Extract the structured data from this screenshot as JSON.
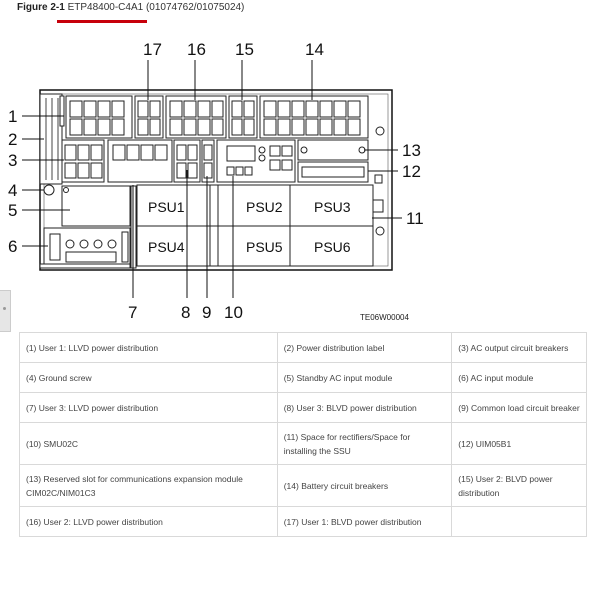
{
  "caption": {
    "figure_label": "Figure 2-1",
    "model": "ETP48400-C4A1",
    "part_numbers": "(01074762/01075024)"
  },
  "figure": {
    "code": "TE06W00004",
    "psu_labels": [
      "PSU1",
      "PSU2",
      "PSU3",
      "PSU4",
      "PSU5",
      "PSU6"
    ],
    "callouts": [
      "1",
      "2",
      "3",
      "4",
      "5",
      "6",
      "7",
      "8",
      "9",
      "10",
      "11",
      "12",
      "13",
      "14",
      "15",
      "16",
      "17"
    ]
  },
  "legend": {
    "rows": [
      [
        "(1) User 1: LLVD power distribution",
        "(2) Power distribution label",
        "(3) AC output circuit breakers"
      ],
      [
        "(4) Ground screw",
        "(5) Standby AC input module",
        "(6) AC input module"
      ],
      [
        "(7) User 3: LLVD power distribution",
        "(8) User 3: BLVD power distribution",
        "(9) Common load circuit breaker"
      ],
      [
        "(10) SMU02C",
        "(11) Space for rectifiers/Space for installing the SSU",
        "(12) UIM05B1"
      ],
      [
        "(13) Reserved slot for communications expansion module CIM02C/NIM01C3",
        "(14) Battery circuit breakers",
        "(15) User 2: BLVD power distribution"
      ],
      [
        "(16) User 2: LLVD power distribution",
        "(17) User 1: BLVD power distribution",
        ""
      ]
    ]
  }
}
